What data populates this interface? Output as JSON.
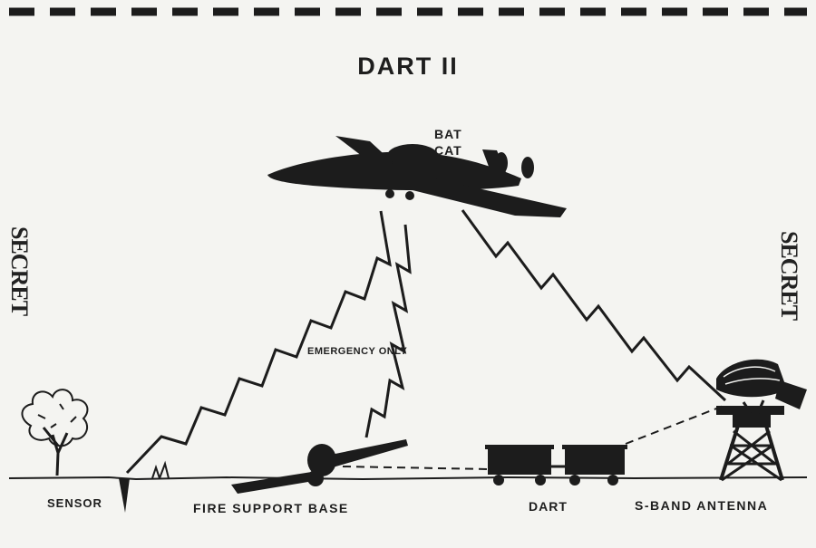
{
  "title": "DART II",
  "aircraft_label_line1": "BAT",
  "aircraft_label_line2": "CAT",
  "link_note": "EMERGENCY ONLY",
  "nodes": {
    "sensor": "SENSOR",
    "fire_support_base": "FIRE SUPPORT BASE",
    "dart": "DART",
    "antenna": "S-BAND ANTENNA"
  },
  "classification_left": "SECRET",
  "classification_right": "SECRET",
  "colors": {
    "ink": "#1c1c1c",
    "paper": "#f4f4f1"
  }
}
